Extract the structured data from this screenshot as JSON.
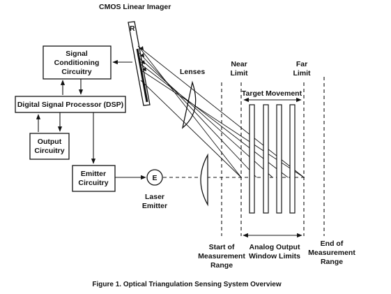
{
  "title_cmos": "CMOS Linear Imager",
  "imager_letter": "R",
  "blocks": {
    "signal_line1": "Signal",
    "signal_line2": "Conditioning",
    "signal_line3": "Circuitry",
    "dsp": "Digital Signal Processor (DSP)",
    "output_line1": "Output",
    "output_line2": "Circuitry",
    "emitter_line1": "Emitter",
    "emitter_line2": "Circuitry"
  },
  "laser_letter": "E",
  "laser_line1": "Laser",
  "laser_line2": "Emitter",
  "lenses": "Lenses",
  "near_limit_line1": "Near",
  "near_limit_line2": "Limit",
  "far_limit_line1": "Far",
  "far_limit_line2": "Limit",
  "target_movement": "Target Movement",
  "start_line1": "Start of",
  "start_line2": "Measurement",
  "start_line3": "Range",
  "window_line1": "Analog Output",
  "window_line2": "Window Limits",
  "end_line1": "End of",
  "end_line2": "Measurement",
  "end_line3": "Range",
  "caption": "Figure 1. Optical Triangulation Sensing System Overview"
}
